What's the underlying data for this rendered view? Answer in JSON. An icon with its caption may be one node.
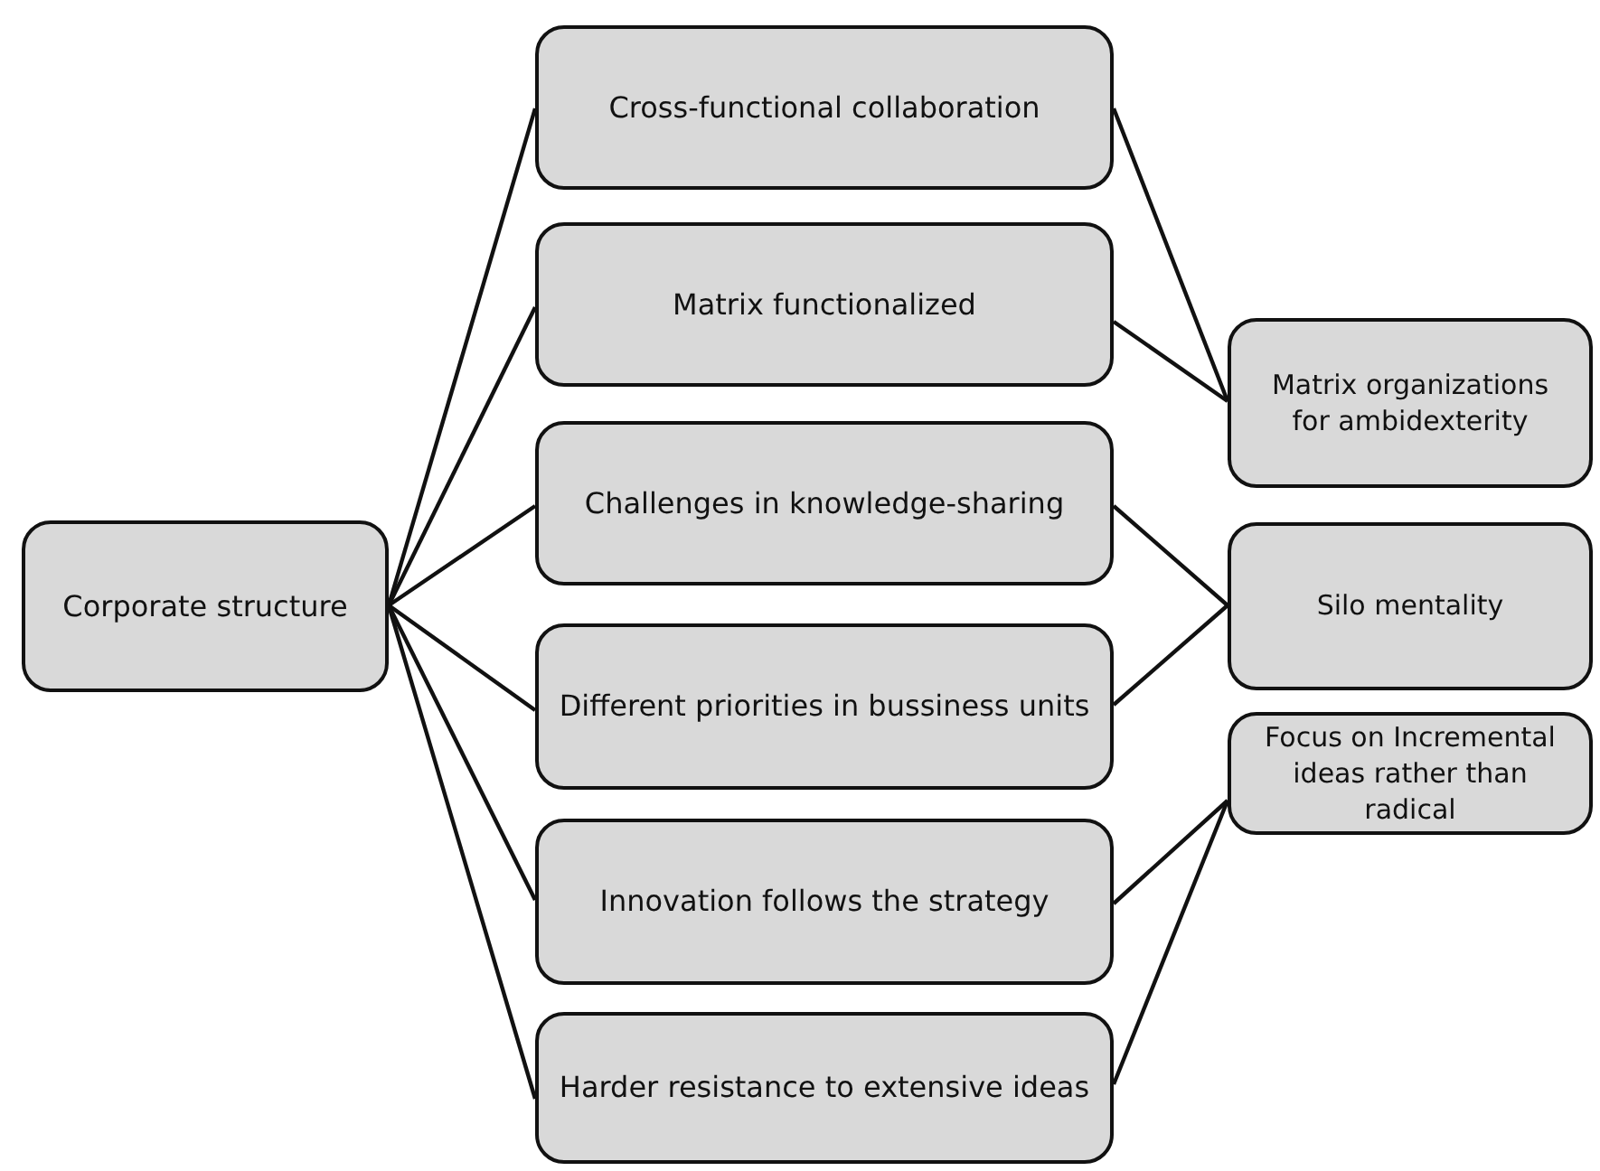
{
  "diagram": {
    "nodes": [
      {
        "text": [
          "Corporate structure"
        ]
      },
      {
        "text": [
          "Cross-functional collaboration"
        ]
      },
      {
        "text": [
          "Matrix functionalized"
        ]
      },
      {
        "text": [
          "Challenges in knowledge-sharing"
        ]
      },
      {
        "text": [
          "Different priorities in bussiness units"
        ]
      },
      {
        "text": [
          "Innovation follows the strategy"
        ]
      },
      {
        "text": [
          "Harder resistance to extensive ideas"
        ]
      },
      {
        "text": [
          "Matrix organizations for ambidexterity"
        ]
      },
      {
        "text": [
          "Silo mentality"
        ]
      },
      {
        "text": [
          "Focus on Incremental ideas rather than radical"
        ]
      }
    ],
    "edges": [
      {
        "from": 0,
        "to": 1,
        "arrow": "none"
      },
      {
        "from": 0,
        "to": 2,
        "arrow": "none"
      },
      {
        "from": 0,
        "to": 3,
        "arrow": "none"
      },
      {
        "from": 0,
        "to": 4,
        "arrow": "none"
      },
      {
        "from": 0,
        "to": 5,
        "arrow": "none"
      },
      {
        "from": 0,
        "to": 6,
        "arrow": "none"
      },
      {
        "from": 1,
        "to": 7,
        "arrow": "none"
      },
      {
        "from": 2,
        "to": 7,
        "arrow": "none"
      },
      {
        "from": 3,
        "to": 8,
        "arrow": "none"
      },
      {
        "from": 4,
        "to": 8,
        "arrow": "none"
      },
      {
        "from": 5,
        "to": 9,
        "arrow": "none"
      },
      {
        "from": 6,
        "to": 9,
        "arrow": "none"
      }
    ]
  }
}
